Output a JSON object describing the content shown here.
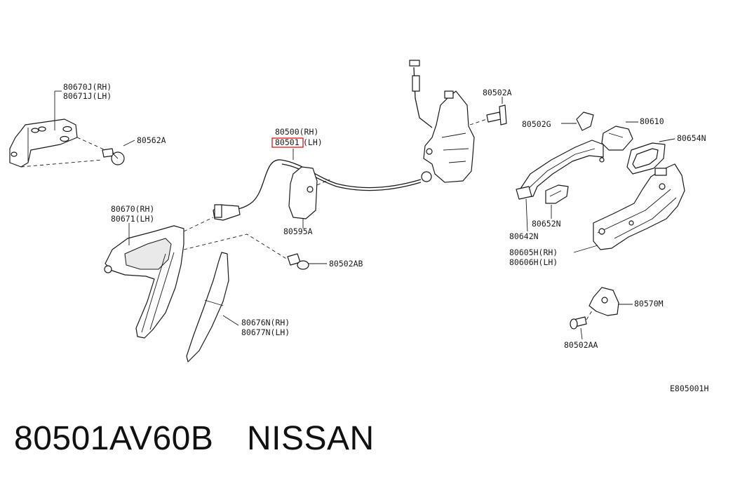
{
  "diagram": {
    "ref_code": "E805001H",
    "labels": {
      "p80670j": "80670J(RH)",
      "p80671j": "80671J(LH)",
      "p80562a": "80562A",
      "p80500": "80500(RH)",
      "p80501_prefix": "80501",
      "p80501_suffix": "(LH)",
      "p80502a": "80502A",
      "p80502g": "80502G",
      "p80610": "80610",
      "p80654n": "80654N",
      "p80670": "80670(RH)",
      "p80671": "80671(LH)",
      "p80595a": "80595A",
      "p80502ab": "80502AB",
      "p80652n": "80652N",
      "p80642n": "80642N",
      "p80605h": "80605H(RH)",
      "p80606h": "80606H(LH)",
      "p80676n": "80676N(RH)",
      "p80677n": "80677N(LH)",
      "p80570m": "80570M",
      "p80502aa": "80502AA"
    },
    "highlight_color": "#e02424"
  },
  "footer": {
    "part_number": "80501AV60B",
    "brand": "NISSAN"
  }
}
